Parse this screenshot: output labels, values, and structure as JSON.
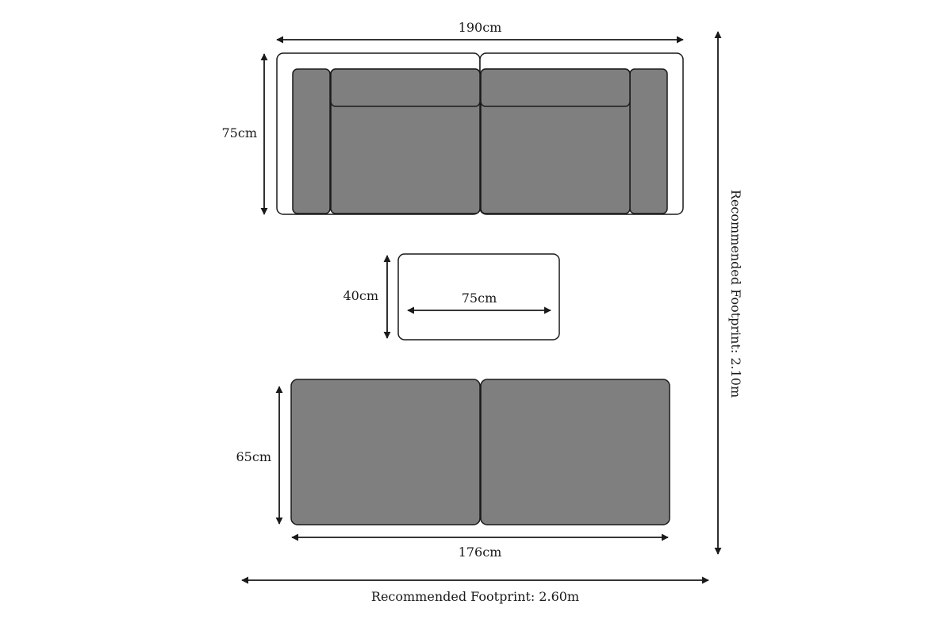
{
  "colors": {
    "background": "#ffffff",
    "cushion": "#7f7f7f",
    "line": "#1a1a1a"
  },
  "labels": {
    "sofa_width": "190cm",
    "sofa_depth": "75cm",
    "table_depth": "40cm",
    "table_width": "75cm",
    "bench_depth": "65cm",
    "bench_width": "176cm",
    "footprint_width": "Recommended Footprint: 2.60m",
    "footprint_depth": "Recommended Footprint: 2.10m"
  }
}
